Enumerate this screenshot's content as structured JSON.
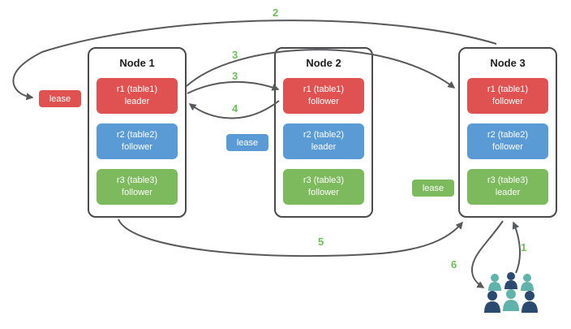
{
  "diagram": {
    "nodes": [
      {
        "title": "Node 1",
        "replicas": [
          {
            "range": "r1 (table1)",
            "role": "leader",
            "color": "#e05252"
          },
          {
            "range": "r2 (table2)",
            "role": "follower",
            "color": "#5b9bd5"
          },
          {
            "range": "r3 (table3)",
            "role": "follower",
            "color": "#7cba5d"
          }
        ]
      },
      {
        "title": "Node 2",
        "replicas": [
          {
            "range": "r1 (table1)",
            "role": "follower",
            "color": "#e05252"
          },
          {
            "range": "r2 (table2)",
            "role": "leader",
            "color": "#5b9bd5"
          },
          {
            "range": "r3 (table3)",
            "role": "follower",
            "color": "#7cba5d"
          }
        ]
      },
      {
        "title": "Node 3",
        "replicas": [
          {
            "range": "r1 (table1)",
            "role": "follower",
            "color": "#e05252"
          },
          {
            "range": "r2 (table2)",
            "role": "follower",
            "color": "#5b9bd5"
          },
          {
            "range": "r3 (table3)",
            "role": "leader",
            "color": "#7cba5d"
          }
        ]
      }
    ],
    "leases": [
      {
        "label": "lease",
        "color": "#e05252"
      },
      {
        "label": "lease",
        "color": "#5b9bd5"
      },
      {
        "label": "lease",
        "color": "#7cba5d"
      }
    ],
    "step_labels": {
      "s1": "1",
      "s2": "2",
      "s3a": "3",
      "s3b": "3",
      "s4": "4",
      "s5": "5",
      "s6": "6"
    },
    "colors": {
      "arrow": "#58595b",
      "step_label": "#6bbf59",
      "node_border": "#4a4a4c",
      "replica_red": "#e05252",
      "replica_blue": "#5b9bd5",
      "replica_green": "#7cba5d",
      "users_teal": "#5fb3aa",
      "users_navy": "#2b4a6f"
    }
  }
}
